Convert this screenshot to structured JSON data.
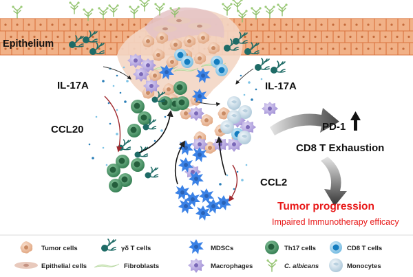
{
  "labels": {
    "epithelium": "Epithelium",
    "il17a_left": "IL-17A",
    "il17a_right": "IL-17A",
    "ccl20": "CCL20",
    "ccl2": "CCL2",
    "pd1": "PD-1",
    "cd8_exhaustion": "CD8 T Exhaustion",
    "tumor_progression": "Tumor progression",
    "impaired": "Impaired Immunotherapy efficacy"
  },
  "legend": [
    {
      "label": "Tumor cells"
    },
    {
      "label": "γδ T cells"
    },
    {
      "label": "MDSCs"
    },
    {
      "label": "Th17 cells"
    },
    {
      "label": "CD8 T cells"
    },
    {
      "label": "Epithelial cells"
    },
    {
      "label": "Fibroblasts"
    },
    {
      "label": "Macrophages"
    },
    {
      "label": "C. albicans"
    },
    {
      "label": "Monocytes"
    }
  ],
  "colors": {
    "epithelium": "#f1b187",
    "tumor": "#efc4a8",
    "gamma_delta": "#1e6b66",
    "mdsc": "#3b82e6",
    "th17": "#3a8a5c",
    "cd8": "#1a8fcf",
    "macrophage": "#b3a4e0",
    "candida": "#8fbf6b",
    "monocyte": "#c9dde8",
    "red_text": "#e81818",
    "arrow_gray": "#555555",
    "red_arrow": "#a0282d"
  },
  "icons": [
    "tumor-cell-icon",
    "gamma-delta-t-cell-icon",
    "mdsc-icon",
    "th17-cell-icon",
    "cd8-t-cell-icon",
    "epithelial-cell-icon",
    "fibroblast-icon",
    "macrophage-icon",
    "candida-icon",
    "monocyte-icon",
    "up-arrow-icon"
  ]
}
